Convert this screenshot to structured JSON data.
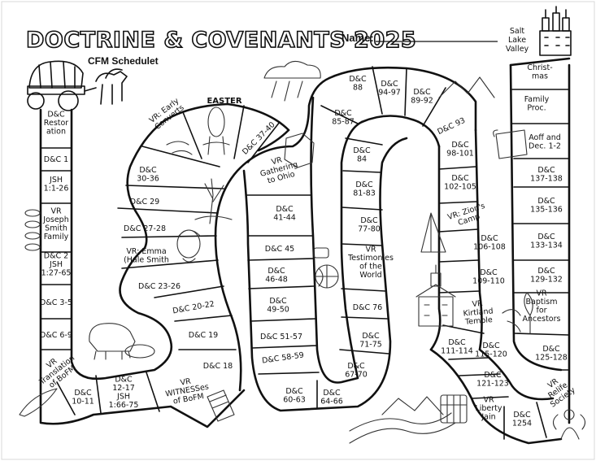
{
  "header": {
    "title": "DOCTRINE & COVENANTS 2025",
    "subtitle": "CFM Schedulet",
    "name_label": "Name:",
    "name_line": "___________________",
    "destination": [
      "Salt",
      "Lake",
      "Valley"
    ]
  },
  "path_spaces": [
    {
      "id": "s1",
      "lines": [
        "D&C",
        "Restor",
        "ation"
      ]
    },
    {
      "id": "s2",
      "lines": [
        "D&C 1"
      ]
    },
    {
      "id": "s3",
      "lines": [
        "JSH",
        "1:1-26"
      ]
    },
    {
      "id": "s4",
      "lines": [
        "VR",
        "Joseph",
        "Smith",
        "Family"
      ]
    },
    {
      "id": "s5",
      "lines": [
        "D&C 2",
        "JSH",
        "1:27-65"
      ]
    },
    {
      "id": "s6",
      "lines": [
        "D&C 3-5"
      ]
    },
    {
      "id": "s7",
      "lines": [
        "D&C 6-9"
      ]
    },
    {
      "id": "s8",
      "lines": [
        "VR",
        "Translation",
        "of BoFM"
      ]
    },
    {
      "id": "s9",
      "lines": [
        "D&C",
        "10-11"
      ]
    },
    {
      "id": "s10",
      "lines": [
        "D&C",
        "12-17",
        "JSH",
        "1:66-75"
      ]
    },
    {
      "id": "s11",
      "lines": [
        "VR",
        "WITNESSes",
        "of BoFM"
      ]
    },
    {
      "id": "s12",
      "lines": [
        "D&C 18"
      ]
    },
    {
      "id": "s13",
      "lines": [
        "D&C 19"
      ]
    },
    {
      "id": "s14",
      "lines": [
        "D&C 20-22"
      ]
    },
    {
      "id": "s15",
      "lines": [
        "D&C 23-26"
      ]
    },
    {
      "id": "s16",
      "lines": [
        "VR: Emma",
        "(Hale Smith"
      ]
    },
    {
      "id": "s17",
      "lines": [
        "D&C 27-28"
      ]
    },
    {
      "id": "s18",
      "lines": [
        "D&C 29"
      ]
    },
    {
      "id": "s19",
      "lines": [
        "D&C",
        "30-36"
      ]
    },
    {
      "id": "s20",
      "lines": [
        "VR: Early",
        "Converts"
      ]
    },
    {
      "id": "s21",
      "lines": [
        "EASTER"
      ]
    },
    {
      "id": "s22",
      "lines": [
        "D&C 37-40"
      ]
    },
    {
      "id": "s23",
      "lines": [
        "VR",
        "Gathering",
        "to Ohio"
      ]
    },
    {
      "id": "s24",
      "lines": [
        "D&C",
        "41-44"
      ]
    },
    {
      "id": "s25",
      "lines": [
        "D&C 45"
      ]
    },
    {
      "id": "s26",
      "lines": [
        "D&C",
        "46-48"
      ]
    },
    {
      "id": "s27",
      "lines": [
        "D&C",
        "49-50"
      ]
    },
    {
      "id": "s28",
      "lines": [
        "D&C 51-57"
      ]
    },
    {
      "id": "s29",
      "lines": [
        "D&C 58-59"
      ]
    },
    {
      "id": "s30",
      "lines": [
        "D&C",
        "60-63"
      ]
    },
    {
      "id": "s31",
      "lines": [
        "D&C",
        "64-66"
      ]
    },
    {
      "id": "s32",
      "lines": [
        "D&C",
        "67-70"
      ]
    },
    {
      "id": "s33",
      "lines": [
        "D&C",
        "71-75"
      ]
    },
    {
      "id": "s34",
      "lines": [
        "D&C 76"
      ]
    },
    {
      "id": "s35",
      "lines": [
        "VR",
        "Testimonies",
        "of the",
        "World"
      ]
    },
    {
      "id": "s36",
      "lines": [
        "D&C",
        "77-80"
      ]
    },
    {
      "id": "s37",
      "lines": [
        "D&C",
        "81-83"
      ]
    },
    {
      "id": "s38",
      "lines": [
        "D&C",
        "84"
      ]
    },
    {
      "id": "s39",
      "lines": [
        "D&C",
        "85-87"
      ]
    },
    {
      "id": "s40",
      "lines": [
        "D&C",
        "88"
      ]
    },
    {
      "id": "s41",
      "lines": [
        "D&C",
        "94-97"
      ]
    },
    {
      "id": "s42",
      "lines": [
        "D&C",
        "89-92"
      ]
    },
    {
      "id": "s43",
      "lines": [
        "D&C 93"
      ]
    },
    {
      "id": "s44",
      "lines": [
        "D&C",
        "98-101"
      ]
    },
    {
      "id": "s45",
      "lines": [
        "D&C",
        "102-105"
      ]
    },
    {
      "id": "s46",
      "lines": [
        "VR: Zion's",
        "Camp"
      ]
    },
    {
      "id": "s47",
      "lines": [
        "D&C",
        "106-108"
      ]
    },
    {
      "id": "s48",
      "lines": [
        "D&C",
        "109-110"
      ]
    },
    {
      "id": "s49",
      "lines": [
        "VR",
        "Kirtland",
        "Temple"
      ]
    },
    {
      "id": "s50",
      "lines": [
        "D&C",
        "111-114"
      ]
    },
    {
      "id": "s51",
      "lines": [
        "D&C",
        "115-120"
      ]
    },
    {
      "id": "s52",
      "lines": [
        "D&C",
        "121-123"
      ]
    },
    {
      "id": "s53",
      "lines": [
        "VR",
        "Liberty",
        "Jain"
      ]
    },
    {
      "id": "s54",
      "lines": [
        "D&C",
        "1254"
      ]
    },
    {
      "id": "s55",
      "lines": [
        "VR",
        "Relife",
        "Society"
      ]
    },
    {
      "id": "s56",
      "lines": [
        "D&C",
        "125-128"
      ]
    },
    {
      "id": "s57",
      "lines": [
        "VR",
        "Baptism",
        "for",
        "Ancestors"
      ]
    },
    {
      "id": "s58",
      "lines": [
        "D&C",
        "129-132"
      ]
    },
    {
      "id": "s59",
      "lines": [
        "D&C",
        "133-134"
      ]
    },
    {
      "id": "s60",
      "lines": [
        "D&C",
        "135-136"
      ]
    },
    {
      "id": "s61",
      "lines": [
        "D&C",
        "137-138"
      ]
    },
    {
      "id": "s62",
      "lines": [
        "Aoff and",
        "Dec. 1-2"
      ]
    },
    {
      "id": "s63",
      "lines": [
        "Family",
        "Proc."
      ]
    },
    {
      "id": "s64",
      "lines": [
        "Christ-",
        "mas"
      ]
    }
  ],
  "icons": [
    "covered-wagon-icon",
    "temple-icon",
    "plant-icon",
    "thunderstorm-cloud-icon",
    "mountains-icon",
    "map-icon",
    "scroll-icon",
    "tree-icon",
    "emma-portrait-icon",
    "buffalo-icon",
    "feather-pen-icon",
    "book-icon",
    "globe-icon",
    "tent-icon",
    "kirtland-temple-icon",
    "jail-bars-icon",
    "river-icon",
    "relief-figure-icon",
    "praying-figure-icon",
    "spiral-binding-icon"
  ]
}
